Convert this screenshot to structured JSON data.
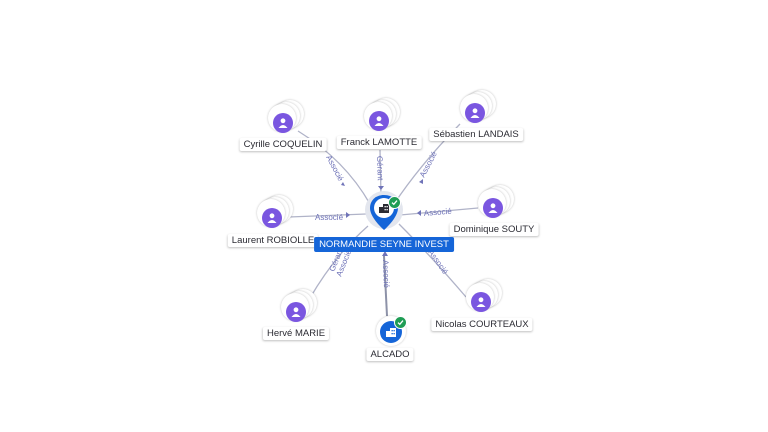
{
  "center": {
    "name": "NORMANDIE SEYNE INVEST",
    "icon": "company-building-icon",
    "verified": true
  },
  "nodes": [
    {
      "name": "Cyrille COQUELIN",
      "relation": "Associé"
    },
    {
      "name": "Franck LAMOTTE",
      "relation": "Gérant"
    },
    {
      "name": "Sébastien LANDAIS",
      "relation": "Associé"
    },
    {
      "name": "Laurent ROBIOLLE",
      "relation": "Associé"
    },
    {
      "name": "Dominique SOUTY",
      "relation": "Associé"
    },
    {
      "name": "Hervé MARIE",
      "relation": "Gérant",
      "relation2": "Associé"
    },
    {
      "name": "ALCADO",
      "relation": "Associé",
      "type": "company",
      "verified": true
    },
    {
      "name": "Nicolas COURTEAUX",
      "relation": "Associé"
    }
  ],
  "colors": {
    "person": "#7a56e0",
    "company": "#1565d8",
    "verified": "#1f9d55",
    "edge_label": "#6f73b8"
  }
}
